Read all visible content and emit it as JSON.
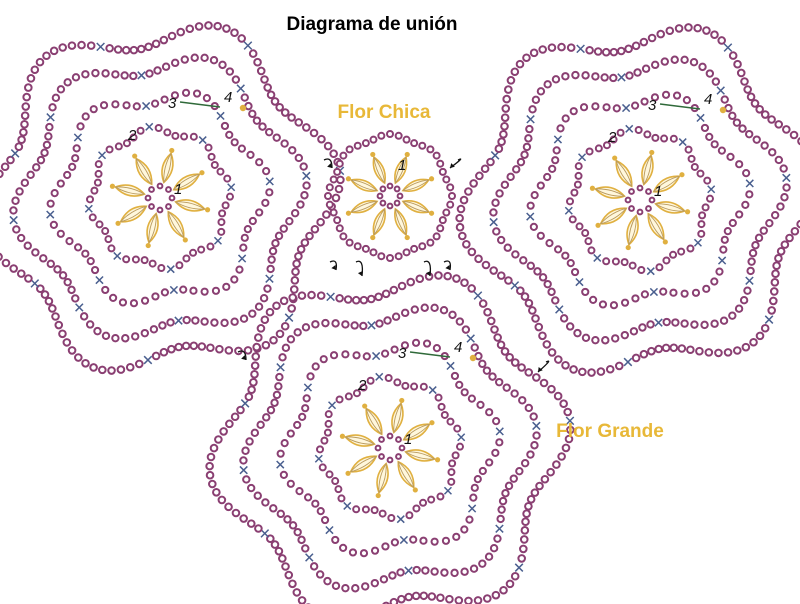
{
  "title": "Diagrama de unión",
  "labels": {
    "small_flower": "Flor Chica",
    "large_flower": "Flor Grande"
  },
  "round_numbers": [
    "1",
    "2",
    "3",
    "4"
  ],
  "colors": {
    "chain": "#8a3f72",
    "single_crochet_mark": "#4a5f8f",
    "petal": "#e0b040",
    "label": "#e8b838",
    "title": "#000000",
    "arrow": "#111111",
    "join_line": "#2f6a3a"
  },
  "symbols": {
    "chain_stitch": "circle",
    "single_crochet": "x-cross",
    "petal": "leaf-cluster",
    "join": "arrow"
  }
}
